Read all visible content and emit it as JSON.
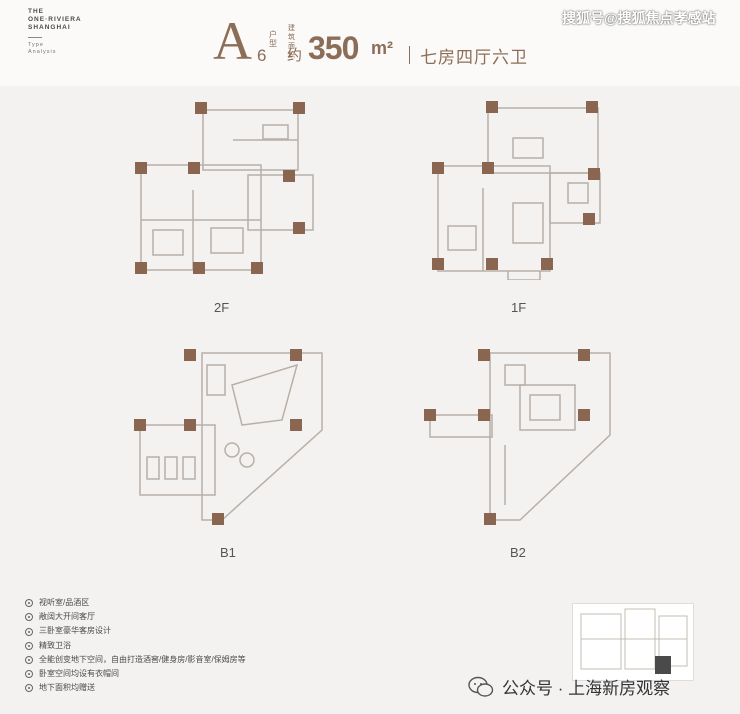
{
  "brand": {
    "lines": [
      "THE",
      "ONE·RIVIERA",
      "SHANGHAI"
    ],
    "sub": [
      "Type",
      "Analysis"
    ]
  },
  "type": {
    "letter": "A",
    "number": "6",
    "word": "户型",
    "area_label": "建筑面积",
    "approx": "约",
    "area_value": "350",
    "area_unit": "m²",
    "layout": "七房四厅六卫"
  },
  "watermark": "搜狐号@搜狐焦点孝感站",
  "floors": [
    "2F",
    "1F",
    "B1",
    "B2"
  ],
  "features": [
    "视听室/品酒区",
    "敞阔大开间客厅",
    "三卧室豪华客房设计",
    "精致卫浴",
    "全能创变地下空间，自由打造酒窖/健身房/影音室/保姆房等",
    "卧室空间均设有衣帽间",
    "地下面积均赠送"
  ],
  "wechat": {
    "label": "公众号 · 上海新房观察"
  },
  "colors": {
    "accent": "#8c6e58",
    "column": "#8a6650",
    "wall": "#b8b0a8"
  }
}
